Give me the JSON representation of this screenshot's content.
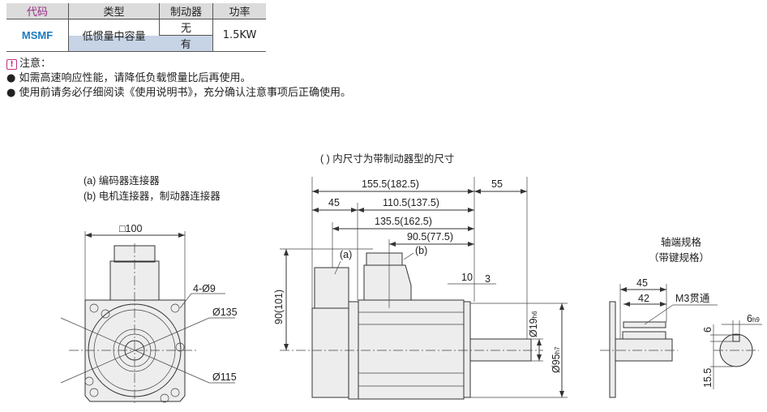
{
  "table": {
    "headers": [
      "代码",
      "类型",
      "制动器",
      "功率"
    ],
    "code": "MSMF",
    "type": "低惯量中容量",
    "brake": [
      "无",
      "有"
    ],
    "power": "1.5KW"
  },
  "notes": {
    "icon": "warning-icon",
    "warn_mark": "!",
    "title": "注意：",
    "items": [
      "如需高速响应性能，请降低负载惯量比后再使用。",
      "使用前请务必仔细阅读《使用说明书》，充分确认注意事项后正确使用。"
    ]
  },
  "drawing": {
    "caption": "( ) 内尺寸为带制动器型的尺寸",
    "legend": [
      "(a) 编码器连接器",
      "(b) 电机连接器，制动器连接器"
    ],
    "front": {
      "square": "□100",
      "holes": "4-Ø9",
      "pcd": "Ø135",
      "spigot": "Ø115"
    },
    "side": {
      "total": "155.5(182.5)",
      "shaft_len": "55",
      "enc": "45",
      "body": "110.5(137.5)",
      "a_pos": "135.5(162.5)",
      "b_pos": "90.5(77.5)",
      "height": "90(101)",
      "d10": "10",
      "d3": "3",
      "shaft_d": "Ø19",
      "shaft_tol": "h6",
      "spigot_d": "Ø95",
      "spigot_tol": "h7",
      "label_a": "(a)",
      "label_b": "(b)"
    },
    "shaft_spec": {
      "title": "轴端规格",
      "subtitle": "（带键规格）",
      "l45": "45",
      "l42": "42",
      "tap": "M3贯通",
      "key_h": "6",
      "key_w": "6",
      "key_w_tol": "h9",
      "depth": "15.5"
    }
  }
}
